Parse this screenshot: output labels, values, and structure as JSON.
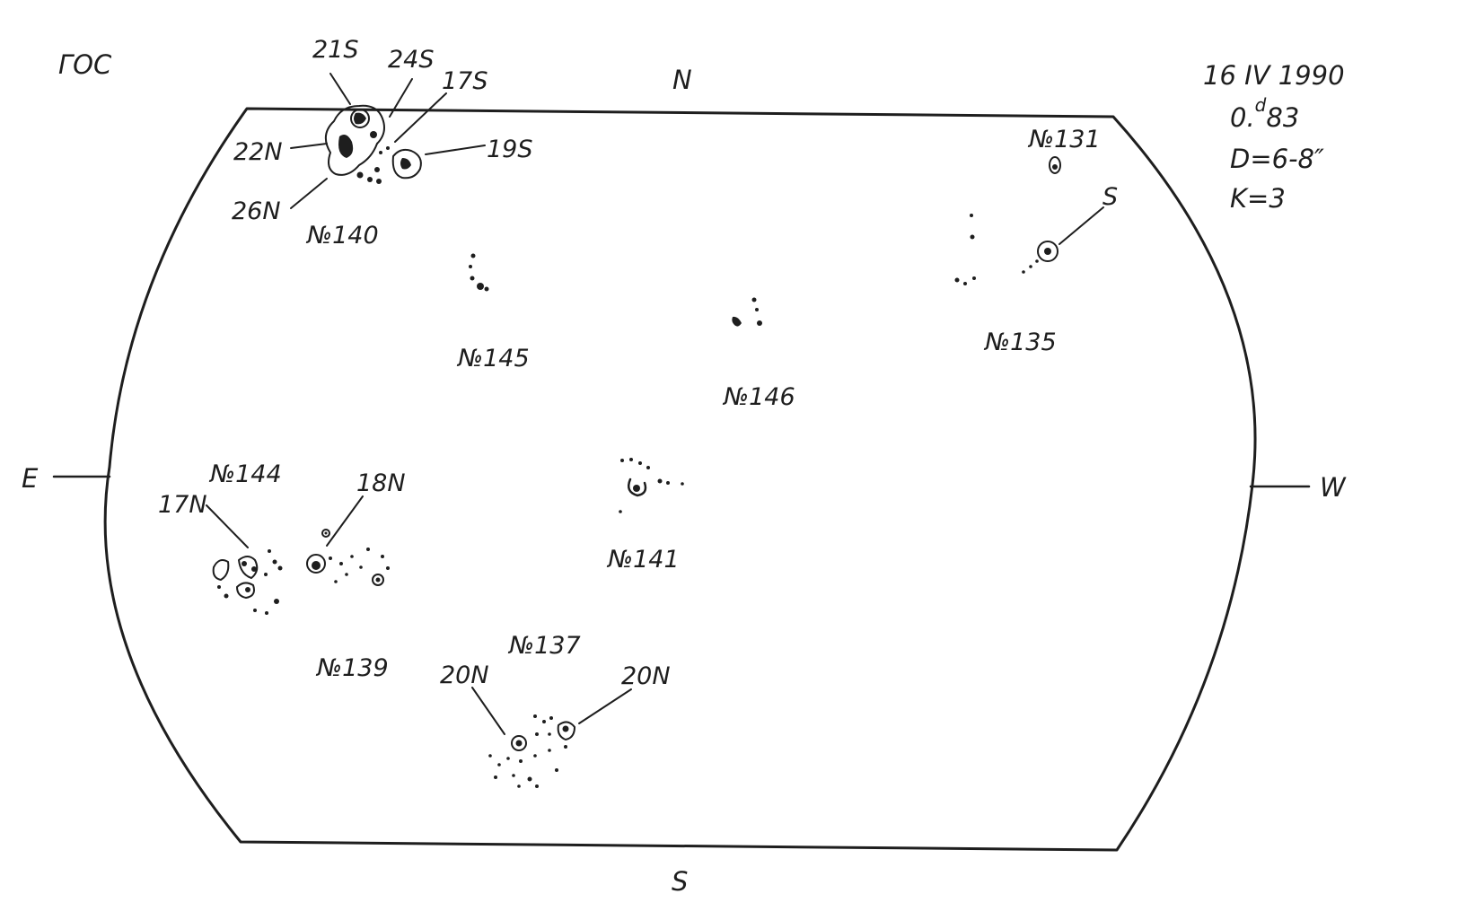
{
  "observatory": "ГОС",
  "date": "16 IV 1990",
  "time": {
    "whole": "0.",
    "superscript": "d",
    "fraction": "83"
  },
  "seeing": "D=6-8″",
  "quality": "K=3",
  "directions": {
    "north": "N",
    "south": "S",
    "east": "E",
    "west": "W"
  },
  "groups": {
    "g131": "№131",
    "g135": "№135",
    "g137": "№137",
    "g139": "№139",
    "g140": "№140",
    "g141": "№141",
    "g144": "№144",
    "g145": "№145",
    "g146": "№146"
  },
  "polarities": {
    "p21s": "21S",
    "p24s": "24S",
    "p17s": "17S",
    "p19s": "19S",
    "p22n": "22N",
    "p26n": "26N",
    "p131s": "S",
    "p17n": "17N",
    "p18n": "18N",
    "p20n_left": "20N",
    "p20n_right": "20N"
  }
}
